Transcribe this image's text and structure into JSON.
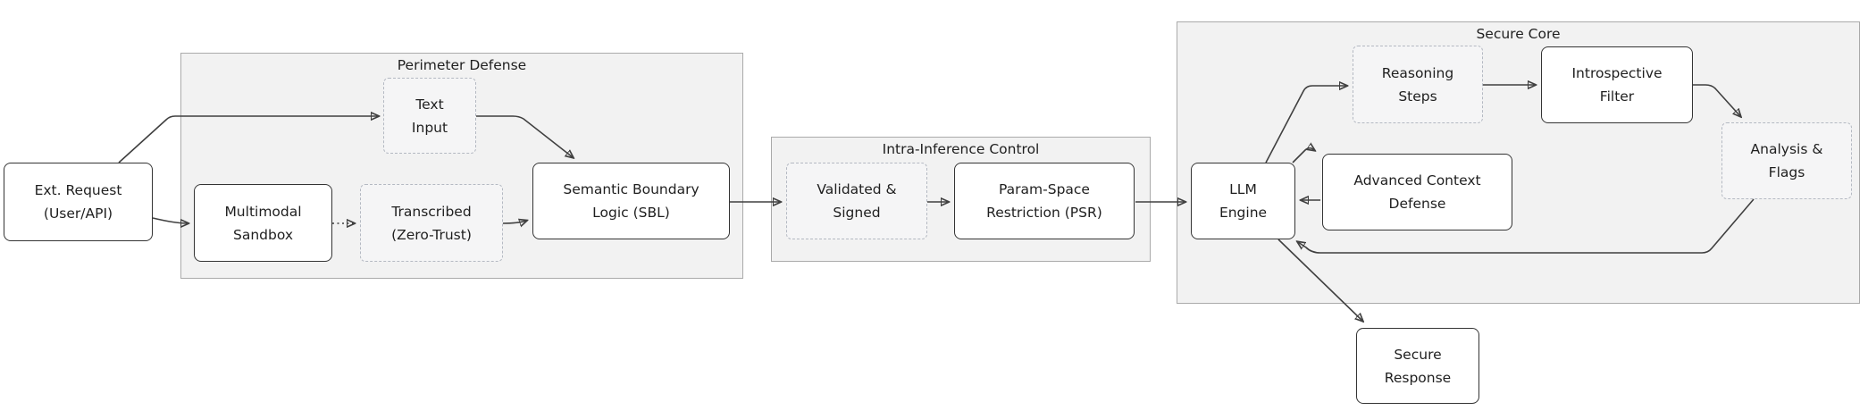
{
  "diagram": {
    "colors": {
      "node_border": "#343434",
      "node_fill": "#ffffff",
      "dashed_node_border": "#b4b9c2",
      "dashed_node_fill": "#f5f5f6",
      "container_fill": "#f2f2f2",
      "container_border": "#aaaaaa",
      "edge_stroke": "#404040",
      "text": "#1f1f1f"
    },
    "containers": {
      "perimeter": {
        "title": "Perimeter Defense"
      },
      "intra": {
        "title": "Intra-Inference Control"
      },
      "secure_core": {
        "title": "Secure Core"
      }
    },
    "nodes": {
      "ext_request": {
        "lines": [
          "Ext. Request",
          "(User/API)"
        ],
        "shape": "solid-rounded"
      },
      "text_input": {
        "lines": [
          "Text",
          "Input"
        ],
        "shape": "dashed"
      },
      "multimodal_sandbox": {
        "lines": [
          "Multimodal",
          "Sandbox"
        ],
        "shape": "solid-rounded"
      },
      "transcribed": {
        "lines": [
          "Transcribed",
          "(Zero-Trust)"
        ],
        "shape": "dashed"
      },
      "sbl": {
        "lines": [
          "Semantic Boundary",
          "Logic (SBL)"
        ],
        "shape": "solid-rounded"
      },
      "validated_signed": {
        "lines": [
          "Validated &",
          "Signed"
        ],
        "shape": "dashed"
      },
      "psr": {
        "lines": [
          "Param-Space",
          "Restriction (PSR)"
        ],
        "shape": "solid-rounded"
      },
      "llm_engine": {
        "lines": [
          "LLM",
          "Engine"
        ],
        "shape": "solid-rounded"
      },
      "reasoning_steps": {
        "lines": [
          "Reasoning",
          "Steps"
        ],
        "shape": "dashed"
      },
      "introspective_filter": {
        "lines": [
          "Introspective",
          "Filter"
        ],
        "shape": "solid-rounded"
      },
      "analysis_flags": {
        "lines": [
          "Analysis &",
          "Flags"
        ],
        "shape": "dashed"
      },
      "advanced_context_defense": {
        "lines": [
          "Advanced Context",
          "Defense"
        ],
        "shape": "solid-rounded"
      },
      "secure_response": {
        "lines": [
          "Secure",
          "Response"
        ],
        "shape": "solid-rounded"
      }
    },
    "edges": [
      {
        "from": "Ext. Request (User/API)",
        "to": "Text Input",
        "style": "solid"
      },
      {
        "from": "Ext. Request (User/API)",
        "to": "Multimodal Sandbox",
        "style": "solid"
      },
      {
        "from": "Multimodal Sandbox",
        "to": "Transcribed (Zero-Trust)",
        "style": "dotted"
      },
      {
        "from": "Transcribed (Zero-Trust)",
        "to": "Semantic Boundary Logic (SBL)",
        "style": "solid"
      },
      {
        "from": "Text Input",
        "to": "Semantic Boundary Logic (SBL)",
        "style": "solid"
      },
      {
        "from": "Semantic Boundary Logic (SBL)",
        "to": "Validated & Signed",
        "style": "solid"
      },
      {
        "from": "Validated & Signed",
        "to": "Param-Space Restriction (PSR)",
        "style": "solid"
      },
      {
        "from": "Param-Space Restriction (PSR)",
        "to": "LLM Engine",
        "style": "solid"
      },
      {
        "from": "LLM Engine",
        "to": "Reasoning Steps",
        "style": "solid"
      },
      {
        "from": "Reasoning Steps",
        "to": "Introspective Filter",
        "style": "solid"
      },
      {
        "from": "Introspective Filter",
        "to": "Analysis & Flags",
        "style": "solid"
      },
      {
        "from": "Analysis & Flags",
        "to": "LLM Engine",
        "style": "solid"
      },
      {
        "from": "LLM Engine",
        "to": "Advanced Context Defense",
        "style": "solid"
      },
      {
        "from": "Advanced Context Defense",
        "to": "LLM Engine",
        "style": "solid"
      },
      {
        "from": "LLM Engine",
        "to": "Secure Response",
        "style": "solid"
      }
    ]
  }
}
